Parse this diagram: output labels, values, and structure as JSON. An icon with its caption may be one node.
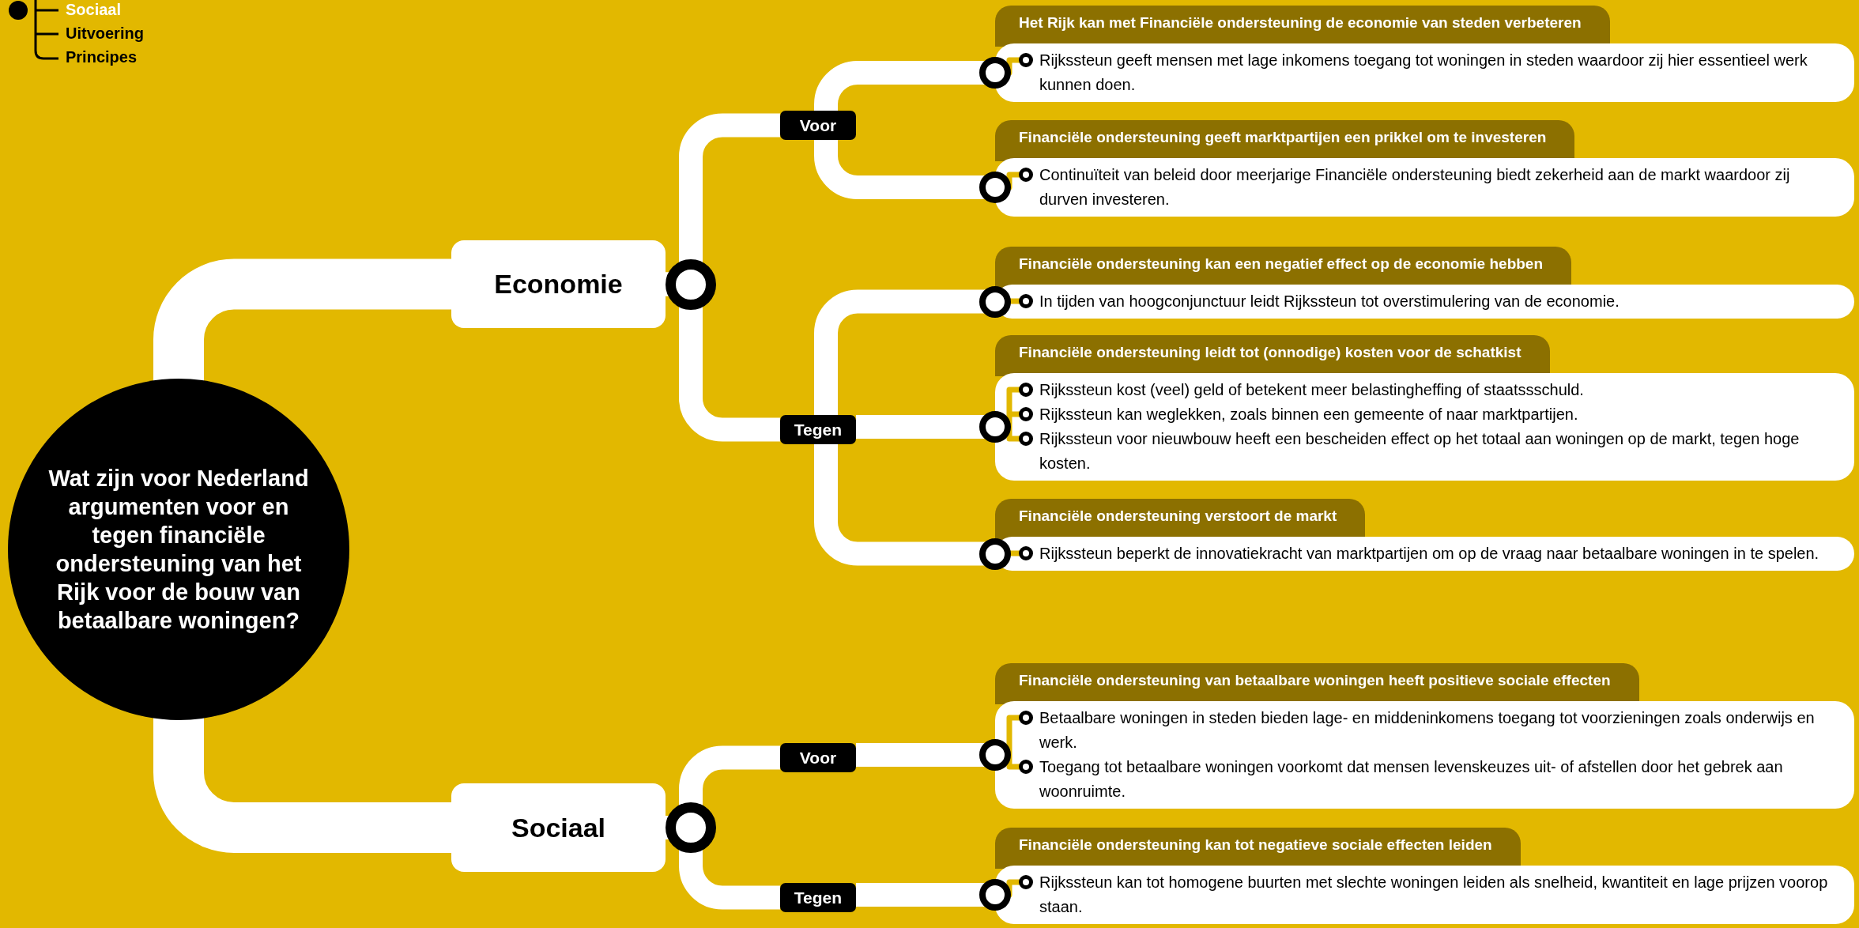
{
  "diagram": {
    "nodes": [
      {
        "text": [
          "Wat zijn voor Nederland argumenten voor en tegen financiële ondersteuning van het Rijk voor de bouw van betaalbare woningen?"
        ]
      },
      {
        "text": [
          "Economie"
        ]
      },
      {
        "text": [
          "Sociaal"
        ]
      },
      {
        "text": [
          "Voor"
        ]
      },
      {
        "text": [
          "Tegen"
        ]
      },
      {
        "text": [
          "Voor"
        ]
      },
      {
        "text": [
          "Tegen"
        ]
      },
      {
        "text": [
          "Het Rijk kan met Financiële ondersteuning de economie van steden verbeteren",
          "Rijkssteun geeft mensen met lage inkomens toegang tot woningen in steden waardoor zij hier essentieel werk kunnen doen."
        ]
      },
      {
        "text": [
          "Financiële ondersteuning geeft marktpartijen een prikkel om te investeren",
          "Continuïteit van beleid door meerjarige Financiële ondersteuning biedt zekerheid aan de markt waardoor zij durven investeren."
        ]
      },
      {
        "text": [
          "Financiële ondersteuning kan een negatief effect op de economie hebben",
          "In tijden van hoogconjunctuur leidt Rijkssteun tot overstimulering van de economie."
        ]
      },
      {
        "text": [
          "Financiële ondersteuning leidt tot (onnodige) kosten voor de schatkist",
          "Rijkssteun kost (veel) geld of betekent meer belastingheffing of staatssschuld.",
          "Rijkssteun kan weglekken, zoals binnen een gemeente of naar marktpartijen.",
          "Rijkssteun voor nieuwbouw heeft een bescheiden effect op het totaal aan woningen op de markt, tegen hoge kosten."
        ]
      },
      {
        "text": [
          "Financiële ondersteuning verstoort de markt",
          "Rijkssteun beperkt de innovatiekracht van marktpartijen om op de vraag naar betaalbare woningen in te spelen."
        ]
      },
      {
        "text": [
          "Financiële ondersteuning van betaalbare woningen heeft positieve sociale effecten",
          "Betaalbare woningen in steden bieden lage- en middeninkomens toegang tot voorzieningen zoals onderwijs en werk.",
          "Toegang tot betaalbare woningen voorkomt dat mensen levenskeuzes uit- of afstellen door het gebrek aan woonruimte."
        ]
      },
      {
        "text": [
          "Financiële ondersteuning kan tot negatieve sociale effecten leiden",
          "Rijkssteun kan tot homogene buurten met slechte woningen leiden als snelheid, kwantiteit en lage prijzen voorop staan."
        ]
      }
    ],
    "edges": [
      {
        "from": 0,
        "to": 1,
        "arrow": "none",
        "style": "thick"
      },
      {
        "from": 0,
        "to": 2,
        "arrow": "none",
        "style": "thick"
      },
      {
        "from": 1,
        "to": 3,
        "arrow": "none"
      },
      {
        "from": 1,
        "to": 4,
        "arrow": "none"
      },
      {
        "from": 2,
        "to": 5,
        "arrow": "none"
      },
      {
        "from": 2,
        "to": 6,
        "arrow": "none"
      },
      {
        "from": 3,
        "to": 7,
        "arrow": "none"
      },
      {
        "from": 3,
        "to": 8,
        "arrow": "none"
      },
      {
        "from": 4,
        "to": 9,
        "arrow": "none"
      },
      {
        "from": 4,
        "to": 10,
        "arrow": "none"
      },
      {
        "from": 4,
        "to": 11,
        "arrow": "none"
      },
      {
        "from": 5,
        "to": 12,
        "arrow": "none"
      },
      {
        "from": 6,
        "to": 13,
        "arrow": "none"
      }
    ],
    "labels": [
      "Sociaal",
      "Uitvoering",
      "Principes"
    ]
  }
}
